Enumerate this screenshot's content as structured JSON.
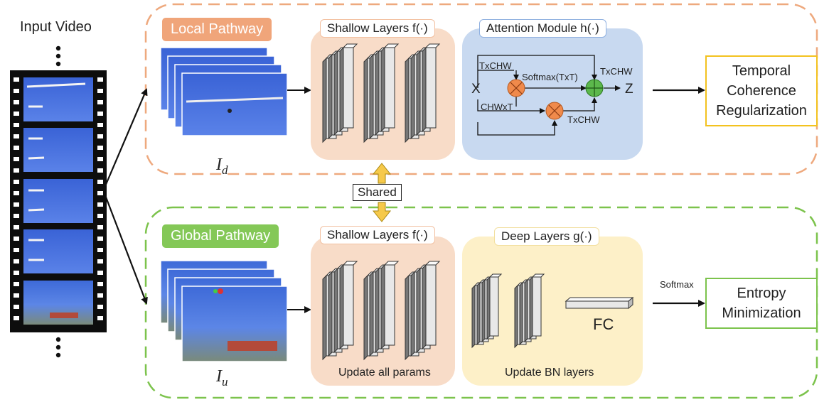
{
  "input": {
    "title": "Input Video"
  },
  "local": {
    "label": "Local Pathway",
    "input_symbol": "I",
    "input_subscript": "d",
    "shallow_title": "Shallow Layers f(·)",
    "attention_title": "Attention Module h(·)",
    "attention": {
      "x": "X",
      "z": "Z",
      "txchw_top": "TxCHW",
      "softmax": "Softmax(TxT)",
      "txchw_right": "TxCHW",
      "chwxt": "CHWxT",
      "txchw_bottom": "TxCHW"
    }
  },
  "shared": {
    "label": "Shared"
  },
  "global": {
    "label": "Global Pathway",
    "input_symbol": "I",
    "input_subscript": "u",
    "shallow_title": "Shallow Layers f(·)",
    "shallow_note": "Update all params",
    "deep_title": "Deep Layers g(·)",
    "deep_note": "Update BN layers",
    "fc_label": "FC"
  },
  "outputs": {
    "temporal": "Temporal Coherence Regularization",
    "softmax": "Softmax",
    "entropy": "Entropy Minimization"
  },
  "colors": {
    "local_border": "#eea97e",
    "local_pill": "#f0a57a",
    "global_border": "#7cc34c",
    "global_pill": "#84c857",
    "shallow_fill": "#f8dcc8",
    "attention_fill": "#c8d9f0",
    "deep_fill": "#fdf0c8",
    "temporal_border": "#f3c21f",
    "entropy_border": "#7cc34c",
    "shared_arrow": "#f6c94a"
  }
}
